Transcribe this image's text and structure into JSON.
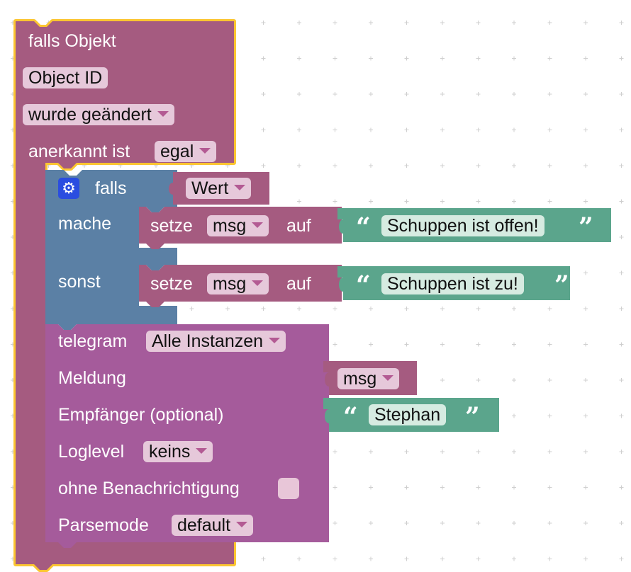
{
  "event_block": {
    "title": "falls Objekt",
    "object_id": "Object ID",
    "trigger": "wurde geändert",
    "ack_label": "anerkannt ist",
    "ack_value": "egal"
  },
  "if_block": {
    "if_label": "falls",
    "condition": "Wert",
    "then_label": "mache",
    "else_label": "sonst"
  },
  "set_then": {
    "set_label": "setze",
    "var": "msg",
    "to_label": "auf",
    "text": "Schuppen ist offen!"
  },
  "set_else": {
    "set_label": "setze",
    "var": "msg",
    "to_label": "auf",
    "text": "Schuppen ist zu!"
  },
  "telegram_block": {
    "title": "telegram",
    "instance": "Alle Instanzen",
    "message_label": "Meldung",
    "message_var": "msg",
    "recipient_label": "Empfänger (optional)",
    "recipient": "Stephan",
    "loglevel_label": "Loglevel",
    "loglevel": "keins",
    "silent_label": "ohne Benachrichtigung",
    "silent_checked": false,
    "parsemode_label": "Parsemode",
    "parsemode": "default"
  },
  "icons": {
    "open_quote": "“",
    "close_quote": "”",
    "gear": "gear-icon"
  },
  "colors": {
    "event": "#a55b80",
    "highlight": "#fbc531",
    "logic": "#5b80a5",
    "variable": "#a55b80",
    "text": "#5ba58c",
    "telegram": "#a55b9b",
    "background": "#ffffff",
    "grid": "#cfcfcf"
  }
}
